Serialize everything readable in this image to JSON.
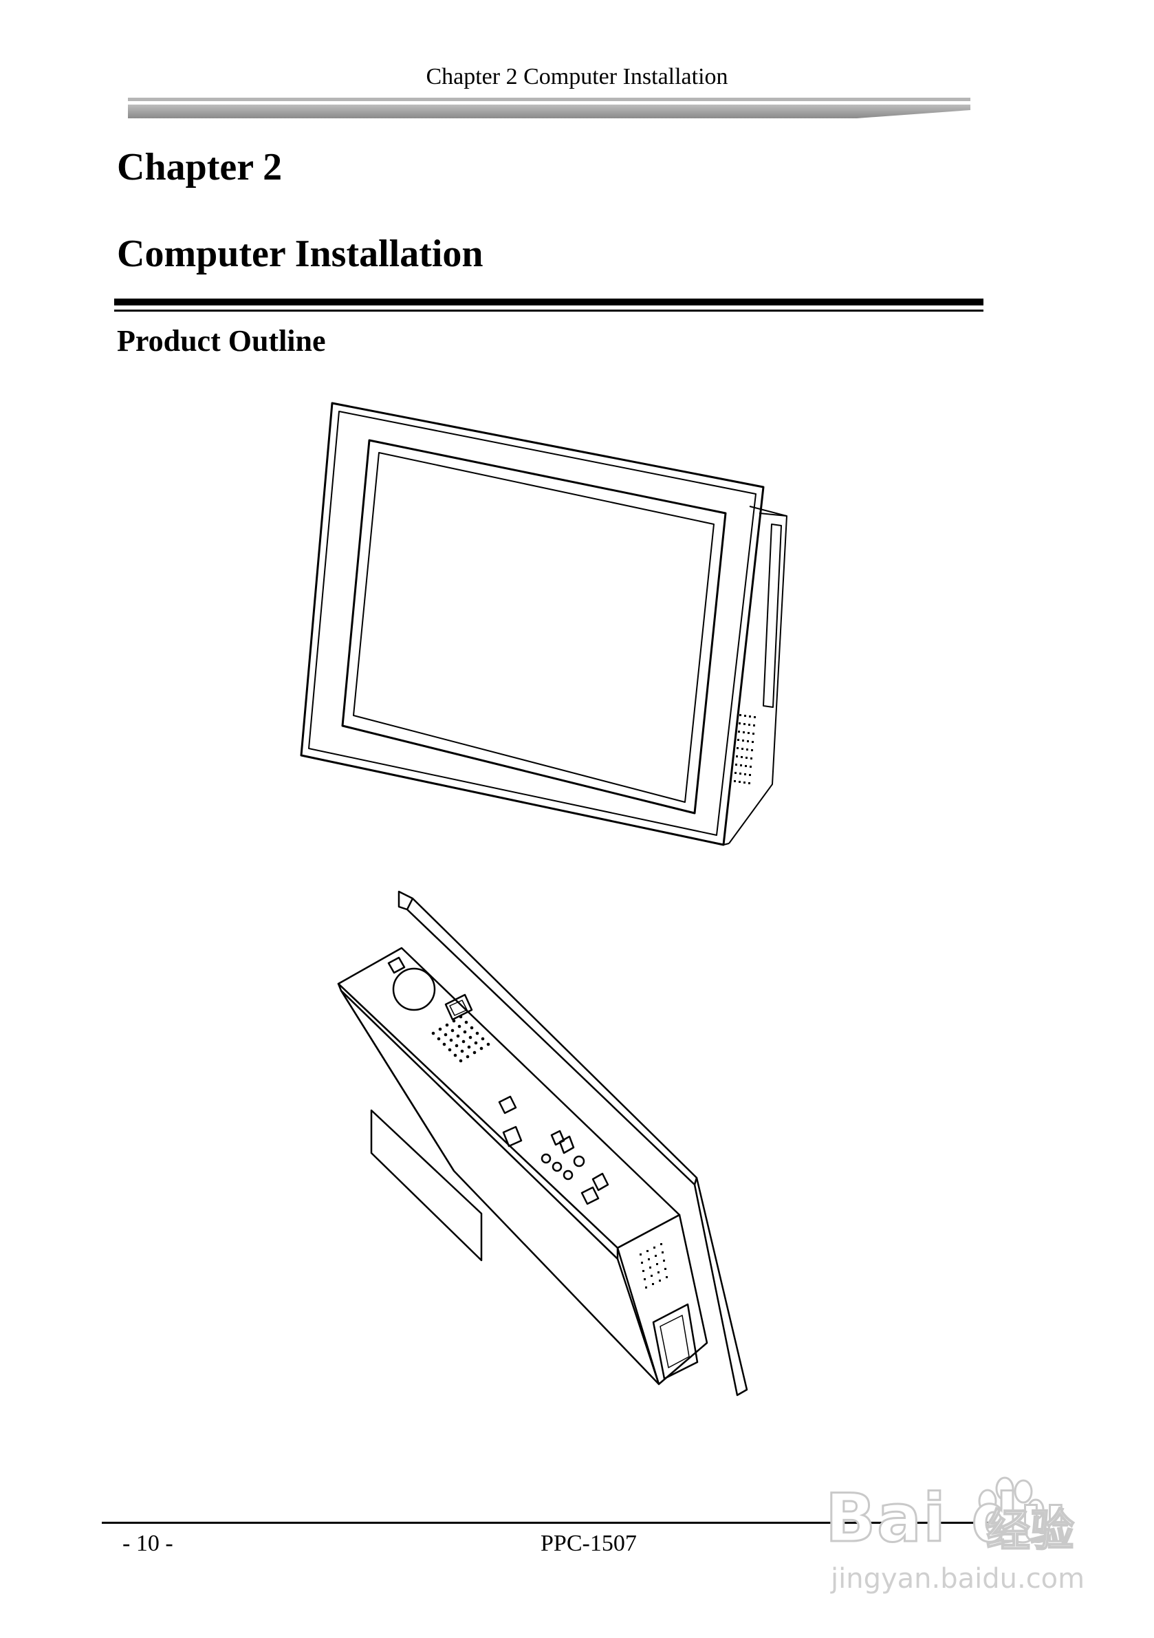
{
  "header": {
    "running_title": "Chapter 2 Computer Installation"
  },
  "chapter": {
    "number": "Chapter 2",
    "title": "Computer Installation"
  },
  "section": {
    "heading": "Product Outline"
  },
  "figures": {
    "front_view_icon": "panel-pc-front-view",
    "rear_view_icon": "panel-pc-rear-view"
  },
  "footer": {
    "page_number": "- 10 -",
    "model": "PPC-1507"
  },
  "watermark": {
    "logo_text": "Bai du",
    "brand_cn": "经验",
    "url": "jingyan.baidu.com"
  }
}
